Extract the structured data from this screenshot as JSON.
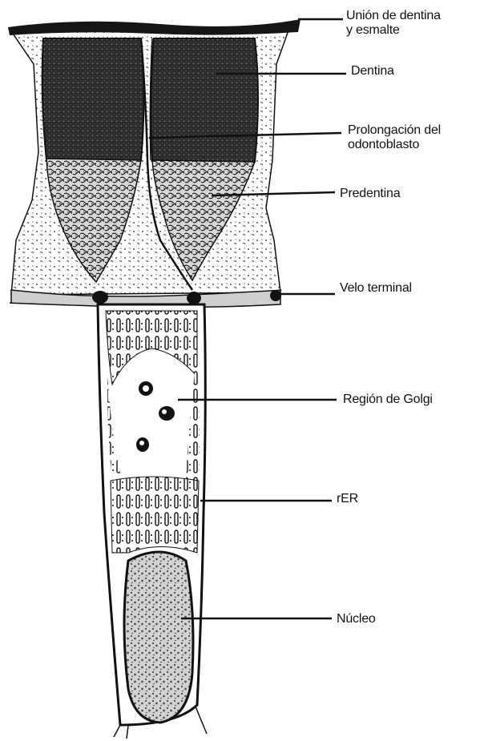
{
  "labels": {
    "union_line1": "Unión  de dentina",
    "union_line2": "y esmalte",
    "dentina": "Dentina",
    "prolongacion_line1": "Prolongación del",
    "prolongacion_line2": "odontoblasto",
    "predentina": "Predentina",
    "velo_terminal": "Velo terminal",
    "region_golgi": "Región de Golgi",
    "rer": "rER",
    "nucleo": "Núcleo"
  },
  "colors": {
    "ink": "#111111",
    "dentin_fill": "#3a3a3a",
    "background": "#ffffff"
  }
}
